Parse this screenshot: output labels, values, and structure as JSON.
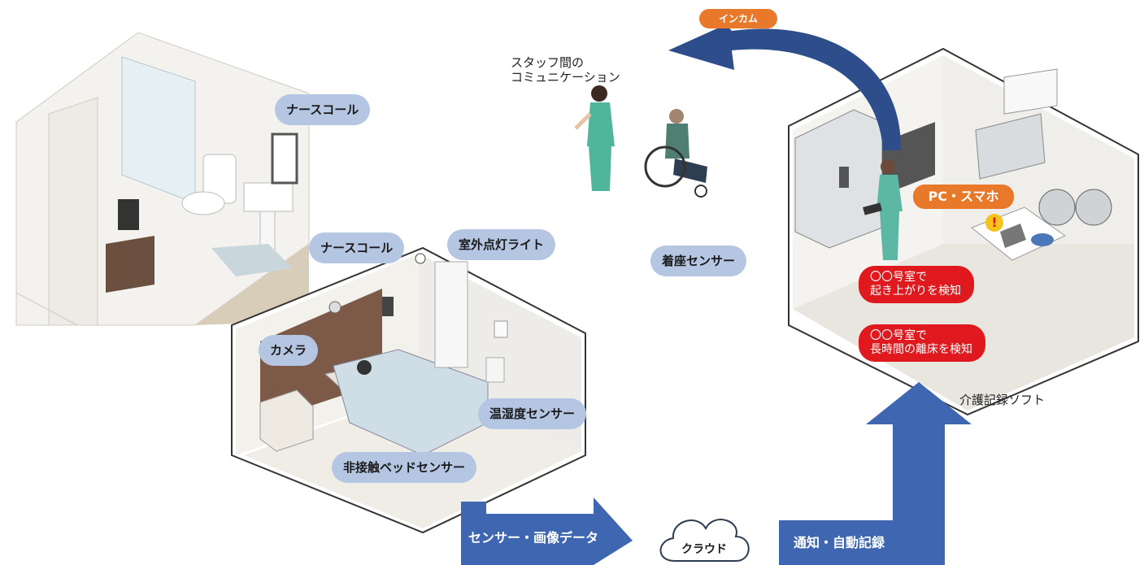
{
  "labels": {
    "nurse_call_bathroom": "ナースコール",
    "nurse_call_bedroom": "ナースコール",
    "exterior_light": "室外点灯ライト",
    "camera": "カメラ",
    "temp_humidity_sensor": "温湿度センサー",
    "bed_sensor": "非接触ベッドセンサー",
    "seat_sensor": "着座センサー",
    "staff_communication_line1": "スタッフ間の",
    "staff_communication_line2": "コミュニケーション",
    "intercom": "インカム",
    "pc_smartphone": "PC・スマホ",
    "care_record_software": "介護記録ソフト",
    "alert_getup_line1": "〇〇号室で",
    "alert_getup_line2": "起き上がりを検知",
    "alert_away_line1": "〇〇号室で",
    "alert_away_line2": "長時間の離床を検知",
    "sensor_image_data": "センサー・画像データ",
    "cloud": "クラウド",
    "notify_autorecord": "通知・自動記録",
    "exclamation": "!"
  },
  "colors": {
    "bubble": "#b5c6e3",
    "arrow_blue": "#3f66b0",
    "alert_red": "#e0191e",
    "orange": "#e8782a"
  }
}
